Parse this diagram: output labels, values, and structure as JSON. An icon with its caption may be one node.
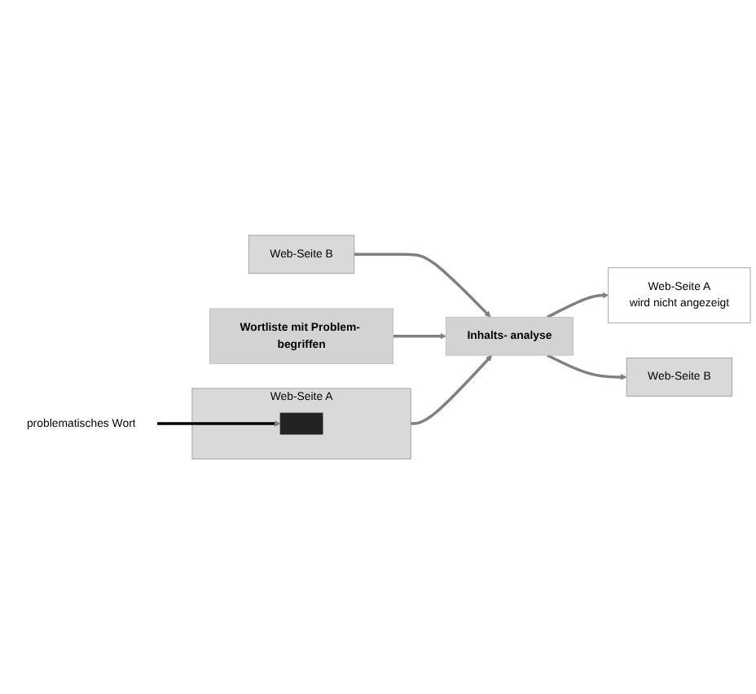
{
  "diagram": {
    "nodes": [
      {
        "text": [
          "Web-Seite A"
        ]
      },
      {
        "text": [],
        "shape": "bar",
        "in": 0
      },
      {
        "text": [
          "problematisches Wort"
        ]
      },
      {
        "text": [
          "Web-Seite A",
          "wird nicht angezeigt"
        ]
      },
      {
        "text": [
          "Web-Seite B"
        ]
      },
      {
        "text": [
          "Inhalts- analyse"
        ]
      },
      {
        "text": [
          "Web-Seite B"
        ]
      },
      {
        "text": [
          "Wortliste mit Problem- begriffen"
        ]
      }
    ],
    "edges": [
      {
        "from": 2,
        "to": 1,
        "arrow": "to",
        "color": "#000000"
      },
      {
        "from": 0,
        "to": 5,
        "arrow": "to"
      },
      {
        "from": 4,
        "to": 5,
        "arrow": "to"
      },
      {
        "from": 5,
        "to": 3,
        "arrow": "to"
      },
      {
        "from": 5,
        "to": 6,
        "arrow": "to"
      },
      {
        "from": 7,
        "to": 5,
        "arrow": "to"
      }
    ]
  }
}
